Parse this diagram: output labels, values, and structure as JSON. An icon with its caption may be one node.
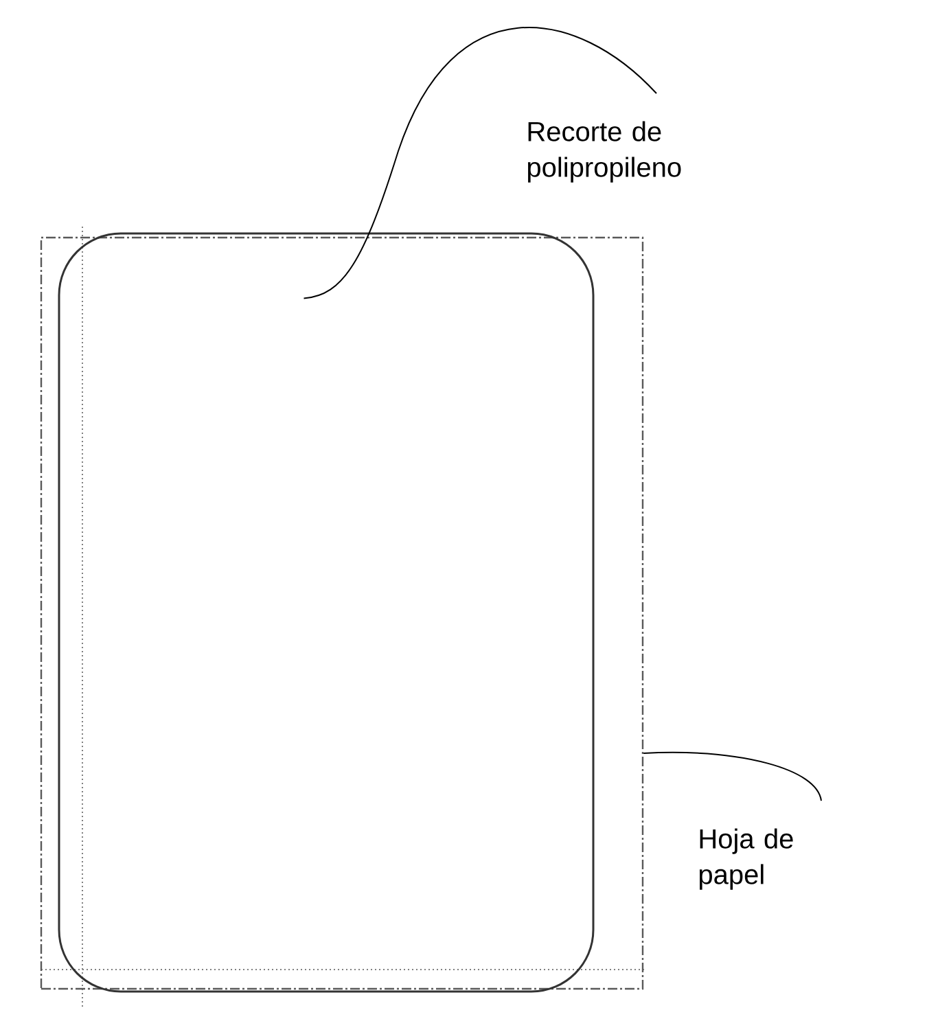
{
  "diagram": {
    "nodes": [
      {
        "text": [
          "Recorte de polipropileno"
        ]
      },
      {
        "text": [],
        "shape": "box"
      },
      {
        "text": [],
        "shape": "box"
      },
      {
        "text": [
          "Hoja de papel"
        ]
      }
    ],
    "edges": [
      {
        "from": 0,
        "to": 2,
        "arrow": "none"
      },
      {
        "from": 3,
        "to": 1,
        "arrow": "none"
      }
    ]
  }
}
